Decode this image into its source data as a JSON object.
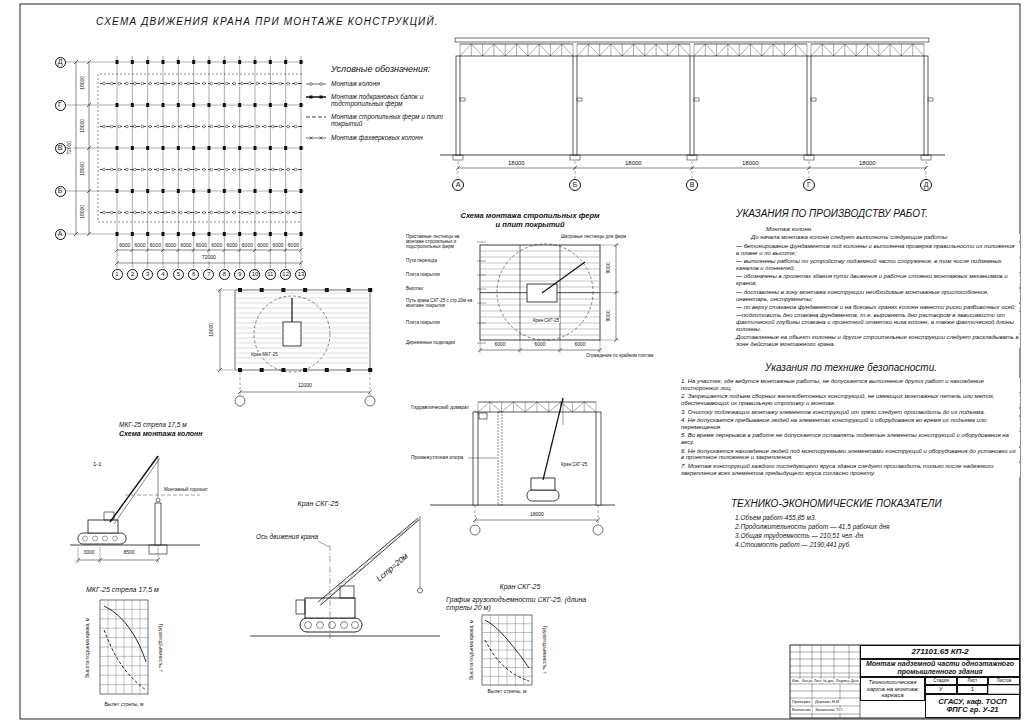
{
  "diagram": {
    "title": "СХЕМА ДВИЖЕНИЯ КРАНА ПРИ МОНТАЖЕ КОНСТРУКЦИЙ.",
    "nodes": [
      {
        "text": [
          "Д"
        ]
      },
      {
        "text": [
          "Г"
        ]
      },
      {
        "text": [
          "В"
        ]
      },
      {
        "text": [
          "Б"
        ]
      },
      {
        "text": [
          "А"
        ]
      },
      {
        "text": [
          "1"
        ]
      },
      {
        "text": [
          "2"
        ]
      },
      {
        "text": [
          "3"
        ]
      },
      {
        "text": [
          "4"
        ]
      },
      {
        "text": [
          "5"
        ]
      },
      {
        "text": [
          "6"
        ]
      },
      {
        "text": [
          "7"
        ]
      },
      {
        "text": [
          "8"
        ]
      },
      {
        "text": [
          "9"
        ]
      },
      {
        "text": [
          "10"
        ]
      },
      {
        "text": [
          "11"
        ]
      },
      {
        "text": [
          "12"
        ]
      },
      {
        "text": [
          "13"
        ]
      },
      {
        "text": [
          "А"
        ]
      },
      {
        "text": [
          "Б"
        ]
      },
      {
        "text": [
          "В"
        ]
      },
      {
        "text": [
          "Г"
        ]
      },
      {
        "text": [
          "Д"
        ]
      },
      {
        "text": [
          "271101.65 КП-2"
        ]
      },
      {
        "text": [
          "Монтаж надземной части одноэтажного промышленного здания"
        ]
      },
      {
        "text": [
          "Технологическая карта на монтаж каркаса"
        ]
      },
      {
        "text": [
          "Стадия"
        ]
      },
      {
        "text": [
          "Лист"
        ]
      },
      {
        "text": [
          "Листов"
        ]
      },
      {
        "text": [
          "У"
        ]
      },
      {
        "text": [
          "1"
        ]
      },
      {
        "text": [
          "СГАСУ, каф. ТОСП ФПГС гр. У-21"
        ]
      }
    ],
    "labels": [
      "18000",
      "18000",
      "18000",
      "18000",
      "72000",
      "6000",
      "6000",
      "6000",
      "6000",
      "6000",
      "6000",
      "6000",
      "6000",
      "6000",
      "6000",
      "6000",
      "6000",
      "72000",
      "Условные обозначения:",
      "18000",
      "18000",
      "18000",
      "18000",
      "Схема монтажа стропильных ферм и плит покрытий",
      "Приставные лестницы на монтаже стропильных и подстропильных ферм",
      "Шатровые лестницы для ферм",
      "Пути перехода",
      "Плита покрытия",
      "Вертлюг",
      "Путь крана СКГ-25 с стр.20м на монтаже покрытия",
      "Плита покрытия",
      "Кран СКГ-25",
      "Деревянные подкладки",
      "Ограждение по крайним плитам",
      "6000",
      "6000",
      "6000",
      "9000",
      "9000",
      "18000",
      "12000",
      "Кран МКГ-25",
      "МКГ-25 стрела 17,5 м",
      "Схема монтажа колонн",
      "1-1",
      "3000",
      "8500",
      "Монтажный горизонт",
      "Кран СКГ-25",
      "Ось движения крана",
      "Lстр=20м",
      "МКГ-25 стрела 17,5 м",
      "Высота подъема крюка, м",
      "Грузоподъемность, т",
      "Вылет стрелы, м",
      "Кран СКГ-25",
      "График грузоподъемности СКГ-25. (длина стрелы 20 м)",
      "Высота подъема крюка, м",
      "Грузоподъемность, т",
      "Вылет стрелы, м",
      "Гидравлический домкрат",
      "Промежуточная опора",
      "18000",
      "Кран СКГ-25",
      "УКАЗАНИЯ ПО ПРОИЗВОДСТВУ РАБОТ.",
      "Монтаж колонн.",
      "До начала монтажа колонн следует выполнить следующие работы:",
      "— бетонирование фундаментов под колонны и выполнена проверка правильности их положения в плане и по высоте;",
      "— выполнены работы по устройству подземной части сооружения, в том числе подземных каналов и тоннелей;",
      "— обозначены в пролетах здания пути движения и рабочие стоянки монтажных механизмов и кранов;",
      "— доставлены в зону монтажа конструкции необходимые монтажные приспособления, инвентарь, инструменты;",
      "— по верху стаканов фундаментов и на боковых гранях колонн нанести риски разбивочных осей;",
      "—подготовить дно стакана фундамента, т.е. выровнять дно раствором в зависимости от фактической глубины стакана и проектной отметки низа колонн, а также фактической длины колонны.",
      "Доставленные на объект колонны и другие строительные конструкции следует раскладывать в зоне действия монтажного крана.",
      "Указания по технике безопасности.",
      "1. На участке, где ведутся монтажные работы, не допускается выполнение других работ и нахождение посторонних лиц.",
      "2. Запрещается подъем сборных железобетонных конструкций, не имеющих монтажных петель или меток, обеспечивающих их правильную строповку и монтаж.",
      "3. Очистку подлежащих монтажу элементов конструкций от грязи следует производить до их подъема.",
      "4. Не допускается пребывание людей на элементах конструкций и оборудования во время их подъема или перемещения.",
      "5. Во время перерывов в работе не допускается оставлять поднятые элементы конструкций и оборудования на весу.",
      "6. Не допускается нахождение людей под монтируемыми элементами конструкций и оборудования до установки их в проектное положение и закрепления.",
      "7. Монтаж конструкций каждого последующего яруса здания следует производить только после надежного закрепления всех элементов предыдущего яруса согласно проекту.",
      "ТЕХНИКО-ЭКОНОМИЧЕСКИЕ ПОКАЗАТЕЛИ",
      "1.Объем работ-455,85 м3.",
      "2.Продолжительность работ — 41,5 рабочих дня",
      "3.Общая трудоемкость — 210,51 чел.-дн.",
      "4.Стоимость работ — 2190,441 руб.",
      "Изм.",
      "Кол.уч",
      "Лист",
      "№ док.",
      "Подпись",
      "Дата",
      "Проверил",
      "Дорохин Н.И.",
      "Выполнил",
      "Зиновьева Т.О."
    ],
    "legend": [
      {
        "text": "Монтаж колонн"
      },
      {
        "text": "Монтаж подкрановых балок и подстропильных ферм"
      },
      {
        "text": "Монтаж стропильных ферм и плит покрытий"
      },
      {
        "text": "Монтаж фахверковых колонн"
      }
    ]
  }
}
